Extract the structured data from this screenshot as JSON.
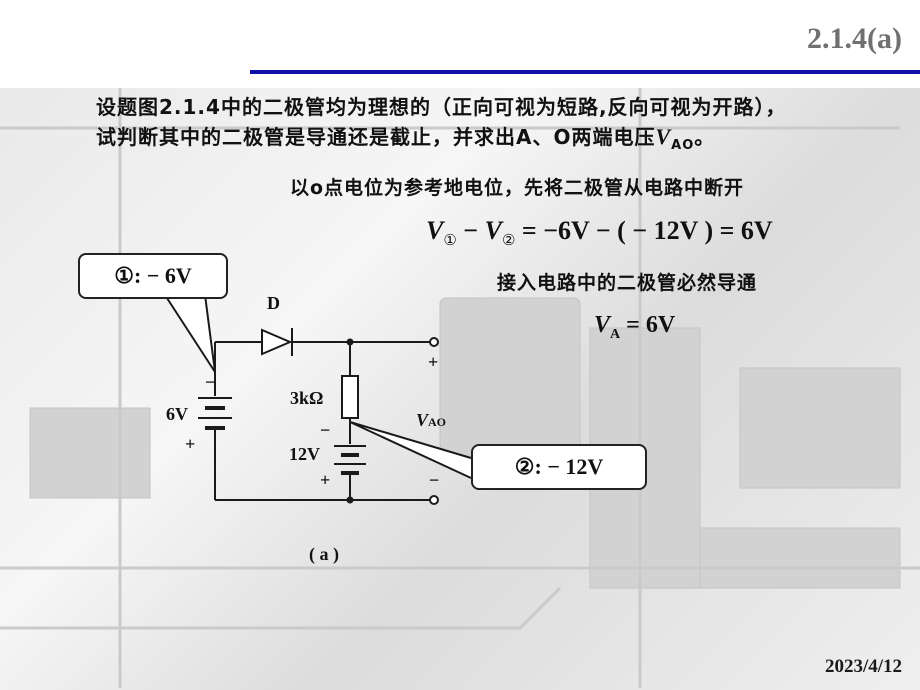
{
  "slide": {
    "title": "2.1.4(a)",
    "date": "2023/4/12"
  },
  "text": {
    "paragraph_line1": "设题图2.1.4中的二极管均为理想的（正向可视为短路,反向可视为开路），",
    "paragraph_line2_pre": "试判断其中的二极管是导通还是截止，并求出A、O两端电压",
    "paragraph_v": "V",
    "paragraph_sub": "AO",
    "paragraph_end": "。",
    "reference_line": "以o点电位为参考地电位，先将二极管从电路中断开",
    "conducting_line": "接入电路中的二极管必然导通"
  },
  "equations": {
    "eq1_v1": "V",
    "eq1_sub1": "①",
    "eq1_minus": " − ",
    "eq1_v2": "V",
    "eq1_sub2": "②",
    "eq1_rest": " = −6V − ( − 12V ) = 6V",
    "eq2_v": "V",
    "eq2_sub": "A",
    "eq2_rest": " = 6V"
  },
  "callouts": {
    "node1": "①:   − 6V",
    "node2": "②:   − 12V"
  },
  "circuit": {
    "diode_label": "D",
    "source1_label": "6V",
    "resistor_label": "3kΩ",
    "source2_label": "12V",
    "output_v": "V",
    "output_sub": "AO",
    "figure_caption": "( a )",
    "plus": "+",
    "minus": "−"
  }
}
